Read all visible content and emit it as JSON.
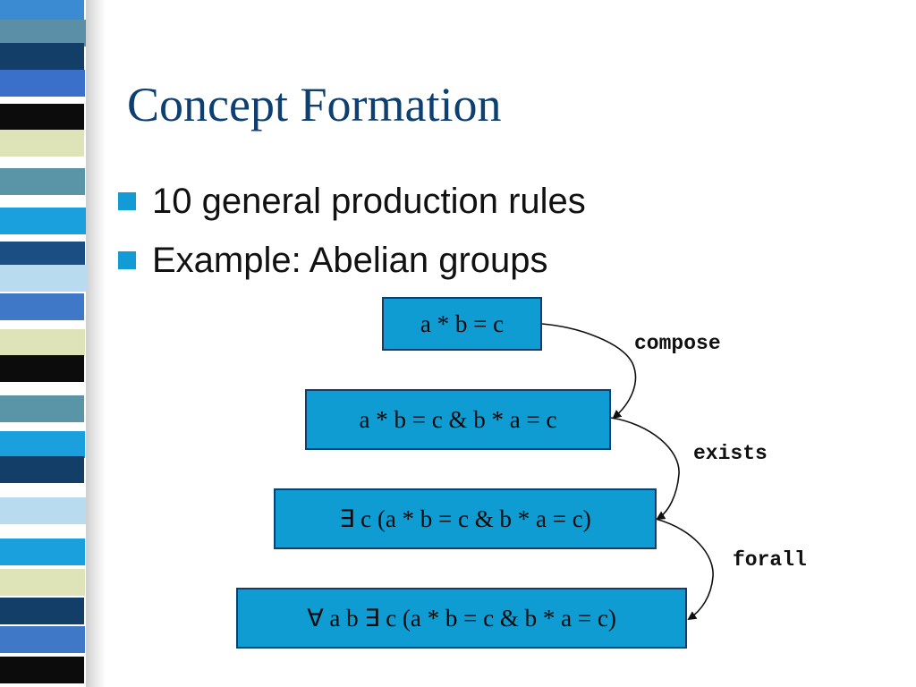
{
  "slide": {
    "title": "Concept Formation",
    "bullets": [
      "10 general production rules",
      "Example: Abelian groups"
    ],
    "diagram": {
      "boxes": [
        "a * b = c",
        "a * b = c & b * a = c",
        "∃ c (a * b = c & b * a = c)",
        "∀ a b ∃ c (a * b = c & b * a = c)"
      ],
      "edge_labels": [
        "compose",
        "exists",
        "forall"
      ]
    }
  },
  "colors": {
    "title": "#0d3f70",
    "bullet_marker": "#139bd5",
    "box_fill": "#0f9cd2",
    "box_border": "#0c3f73"
  }
}
